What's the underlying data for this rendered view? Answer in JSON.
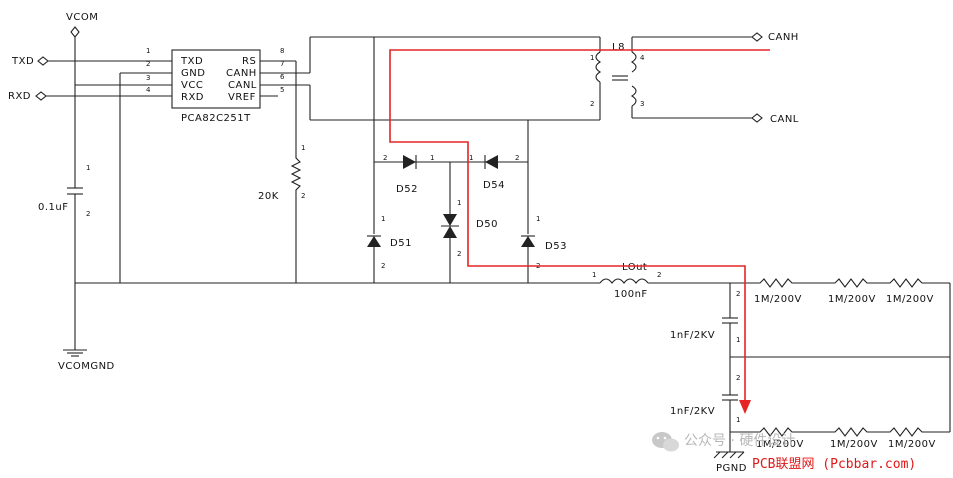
{
  "ports": {
    "vcom": "VCOM",
    "txd": "TXD",
    "rxd": "RXD",
    "canh": "CANH",
    "canl": "CANL",
    "vcomgnd": "VCOMGND",
    "pgnd": "PGND"
  },
  "ic": {
    "name": "PCA82C251T",
    "left_pins": [
      "TXD",
      "GND",
      "VCC",
      "RXD"
    ],
    "left_pin_numbers": [
      "1",
      "2",
      "3",
      "4"
    ],
    "right_pins": [
      "RS",
      "CANH",
      "CANL",
      "VREF"
    ],
    "right_pin_numbers": [
      "8",
      "7",
      "6",
      "5"
    ]
  },
  "components": {
    "c_vcom": "0.1uF",
    "r_20k": "20K",
    "d52": "D52",
    "d54": "D54",
    "d51": "D51",
    "d50": "D50",
    "d53": "D53",
    "l8": "L8",
    "l_out": "LOut",
    "c_100": "100nF",
    "c1": "1nF/2KV",
    "c2": "1nF/2KV",
    "r_top": [
      "1M/200V",
      "1M/200V",
      "1M/200V"
    ],
    "r_bot": [
      "1M/200V",
      "1M/200V",
      "1M/200V"
    ]
  },
  "pin_labels": {
    "n1": "1",
    "n2": "2",
    "n4": "4",
    "n3": "3"
  },
  "watermark": {
    "text": "公众号 · 硬件设计",
    "source": "PCB联盟网 (Pcbbar.com)"
  },
  "colors": {
    "wire": "#222222",
    "highlight_path": "#e52525",
    "source_text": "#e01818"
  },
  "icons": [
    "wechat-icon"
  ]
}
